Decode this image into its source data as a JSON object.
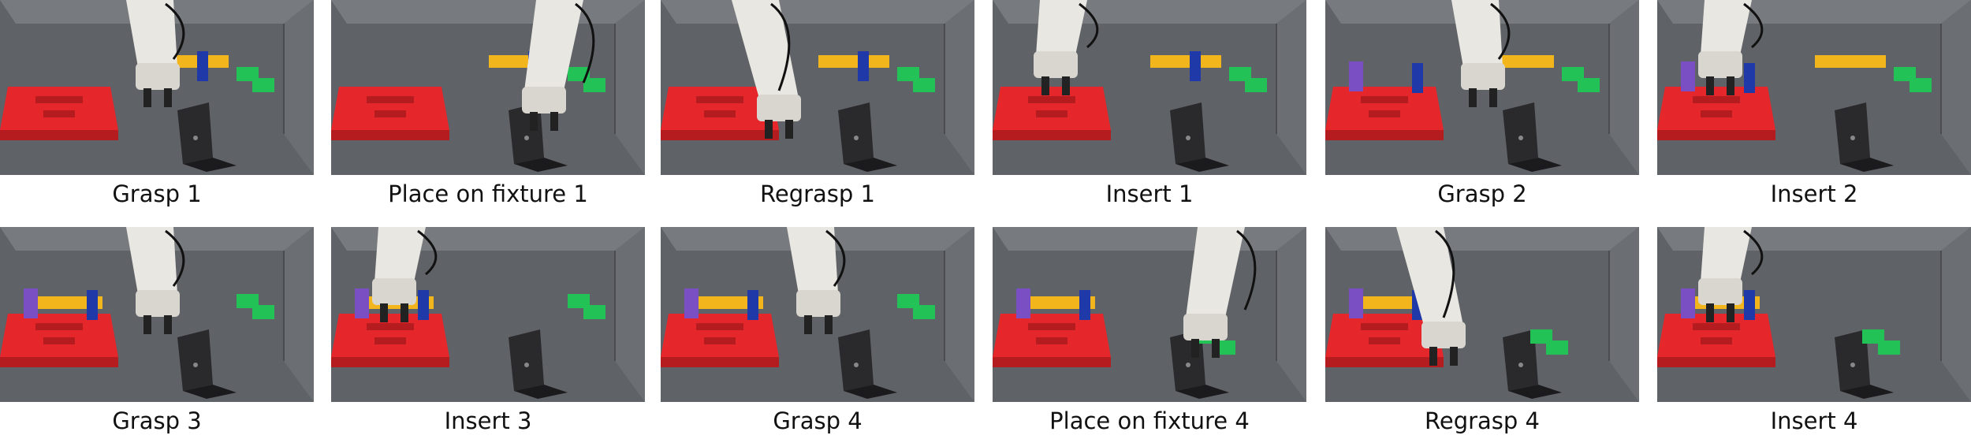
{
  "figure": {
    "panels": [
      {
        "caption": "Grasp 1",
        "stage": "grasp"
      },
      {
        "caption": "Place on fixture 1",
        "stage": "place"
      },
      {
        "caption": "Regrasp 1",
        "stage": "regrasp"
      },
      {
        "caption": "Insert 1",
        "stage": "insert"
      },
      {
        "caption": "Grasp 2",
        "stage": "grasp"
      },
      {
        "caption": "Insert 2",
        "stage": "insert"
      },
      {
        "caption": "Grasp 3",
        "stage": "grasp"
      },
      {
        "caption": "Insert 3",
        "stage": "insert"
      },
      {
        "caption": "Grasp 4",
        "stage": "grasp"
      },
      {
        "caption": "Place on fixture 4",
        "stage": "place"
      },
      {
        "caption": "Regrasp 4",
        "stage": "regrasp"
      },
      {
        "caption": "Insert 4",
        "stage": "insert"
      }
    ]
  },
  "colors": {
    "board": "#e5262b",
    "board_shadow": "#b51c20",
    "yellow_block": "#f2b51c",
    "blue_block": "#1f3aa8",
    "purple_block": "#7a4fc4",
    "green_block": "#22c257",
    "fixture": "#2a2a2c",
    "robot": "#e9e7e2",
    "floor": "#5f6266",
    "wall": "#777a7e"
  }
}
